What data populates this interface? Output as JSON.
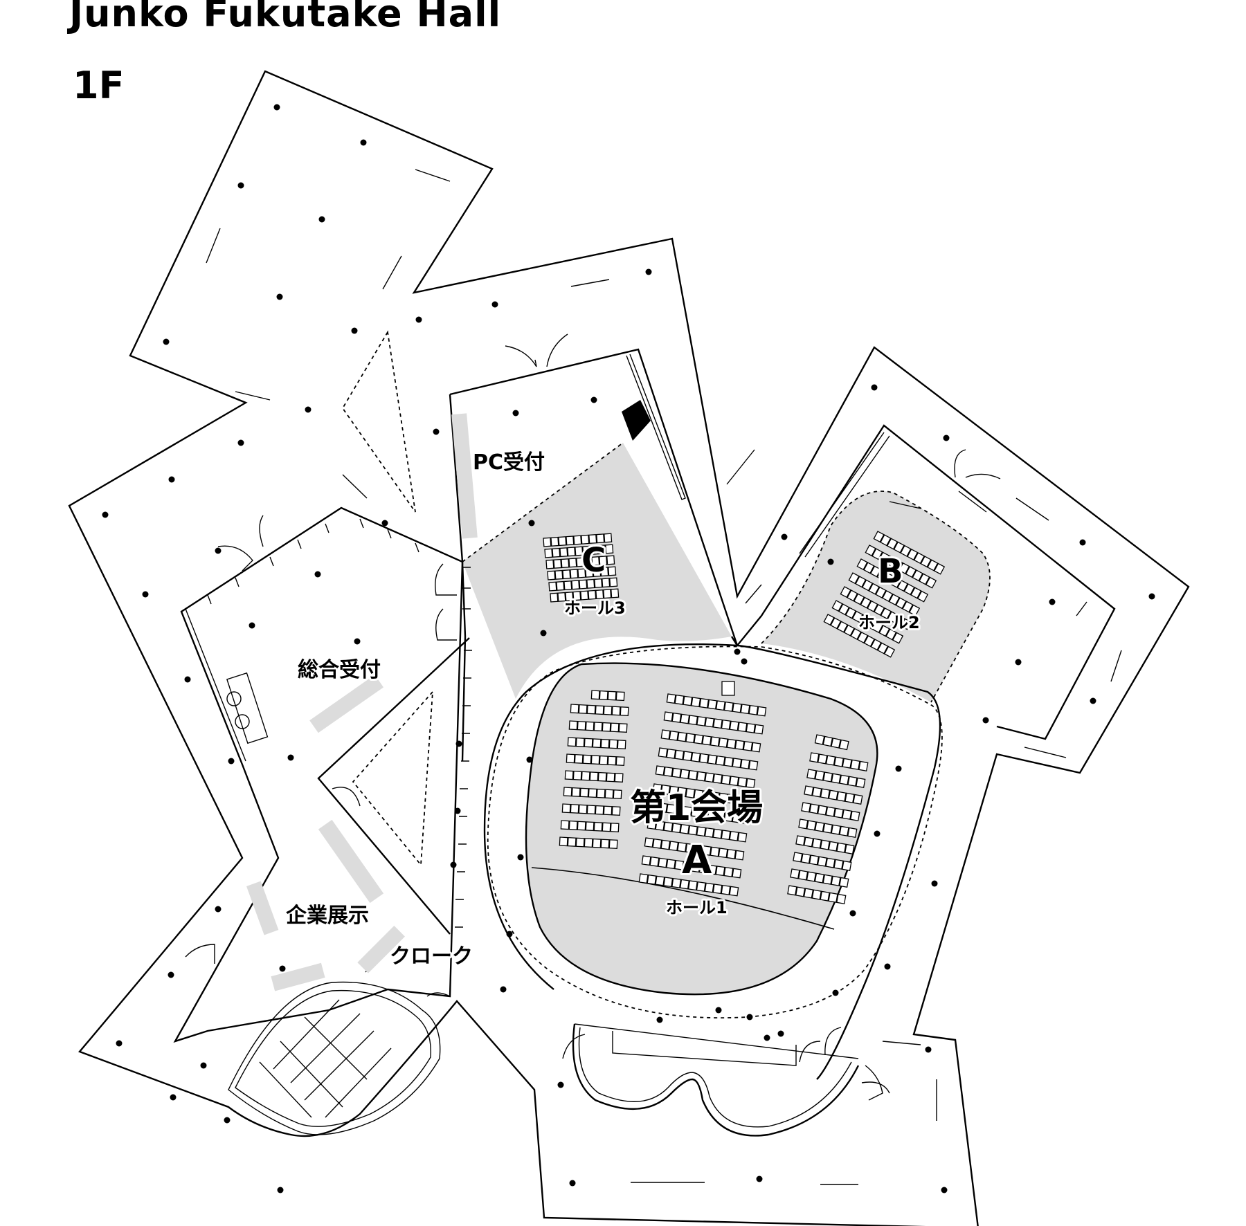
{
  "title": "Junko Fukutake Hall",
  "floor": "1F",
  "areas": {
    "pc_reception": "PC受付",
    "general_reception": "総合受付",
    "exhibition": "企業展示",
    "cloakroom": "クローク"
  },
  "halls": {
    "a": {
      "name": "第1会場",
      "letter": "A",
      "sub": "ホール1"
    },
    "b": {
      "letter": "B",
      "sub": "ホール2"
    },
    "c": {
      "letter": "C",
      "sub": "ホール3"
    }
  },
  "colors": {
    "highlight": "#dcdcdc",
    "line": "#000000",
    "background": "#ffffff"
  }
}
